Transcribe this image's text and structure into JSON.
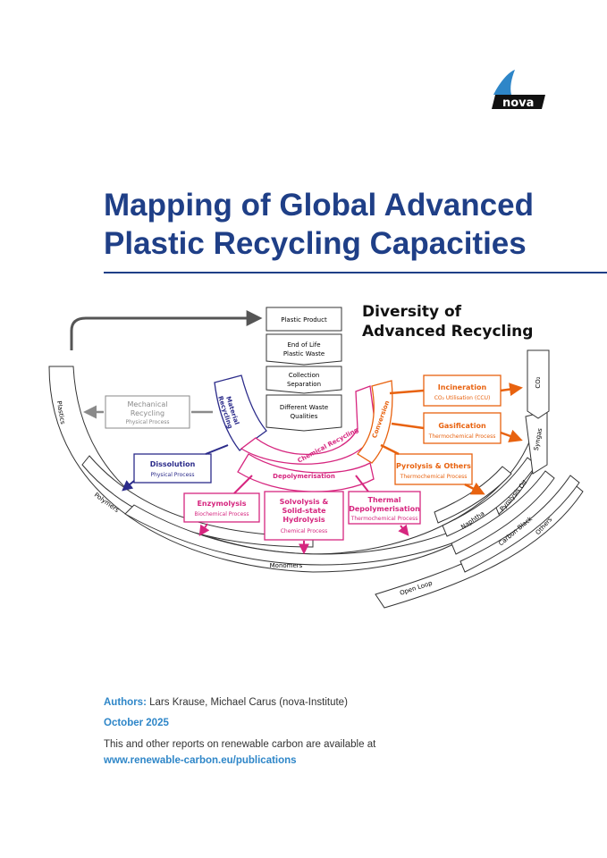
{
  "logo": {
    "text": "nova",
    "icon": "nova-logo"
  },
  "title": {
    "line1": "Mapping of Global Advanced",
    "line2": "Plastic Recycling Capacities"
  },
  "diagram": {
    "title_line1": "Diversity of",
    "title_line2": "Advanced Recycling",
    "stack": [
      "Plastic Product",
      "End of Life",
      "Plastic Waste",
      "Collection",
      "Separation",
      "Different Waste",
      "Qualities"
    ],
    "mechanical": {
      "name_line1": "Mechanical",
      "name_line2": "Recycling",
      "process": "Physical Process"
    },
    "material_recycling": {
      "line1": "Material",
      "line2": "Recycling"
    },
    "chemical_recycling": "Chemical Recycling",
    "conversion": "Conversion",
    "depolymerisation": "Depolymerisation",
    "dissolution": {
      "name": "Dissolution",
      "process": "Physical Process"
    },
    "enzymolysis": {
      "name": "Enzymolysis",
      "process": "Biochemical Process"
    },
    "solvolysis": {
      "line1": "Solvolysis &",
      "line2": "Solid-state",
      "line3": "Hydrolysis",
      "process": "Chemical Process"
    },
    "thermal": {
      "line1": "Thermal",
      "line2": "Depolymerisation",
      "process": "Thermochemical Process"
    },
    "incineration": {
      "name": "Incineration",
      "process": "CO₂ Utilisation (CCU)"
    },
    "gasification": {
      "name": "Gasification",
      "process": "Thermochemical Process"
    },
    "pyrolysis": {
      "name": "Pyrolysis & Others",
      "process": "Thermochemical Process"
    },
    "outputs": {
      "plastics": "Plastics",
      "polymers": "Polymers",
      "monomers": "Monomers",
      "naphtha": "Naphtha",
      "pyrolysis_oil": "Pyrolysis Oil",
      "carbon_black": "Carbon Black",
      "others": "Others",
      "syngas": "Syngas",
      "co2": "CO₂",
      "open_loop": "Open Loop"
    },
    "colors": {
      "navy": "#2b2b8a",
      "magenta": "#d6267f",
      "orange": "#e8620f",
      "grey": "#8a8a8a",
      "brand": "#1f3f87"
    }
  },
  "footer": {
    "authors_label": "Authors:",
    "authors": "Lars Krause, Michael Carus (nova-Institute)",
    "date": "October 2025",
    "availability": "This and other reports on renewable carbon are available at",
    "link": "www.renewable-carbon.eu/publications"
  }
}
